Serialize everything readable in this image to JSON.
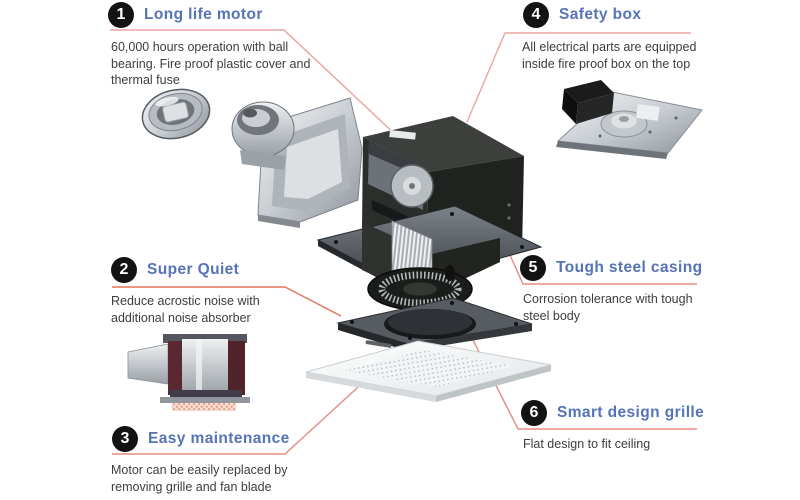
{
  "page": {
    "type": "product-feature-diagram",
    "product": "ceiling ventilation fan exploded view",
    "background_color": "#ffffff"
  },
  "colors": {
    "title_blue": "#5673b6",
    "badge_black": "#131313",
    "body_text": "#3d3d3d",
    "connector_salmon": "#e58c84",
    "connector_pink": "#eca49e",
    "connector_orange": "#e3745a"
  },
  "callouts": [
    {
      "number": "1",
      "title": "Long life motor",
      "description": "60,000 hours operation with ball bearing. Fire proof plastic cover and thermal fuse"
    },
    {
      "number": "2",
      "title": "Super Quiet",
      "description": "Reduce acrostic noise with additional noise absorber"
    },
    {
      "number": "3",
      "title": "Easy maintenance",
      "description": "Motor can be easily replaced by removing grille and fan blade"
    },
    {
      "number": "4",
      "title": "Safety box",
      "description": "All electrical parts are equipped inside fire proof box on the top"
    },
    {
      "number": "5",
      "title": "Tough steel casing",
      "description": "Corrosion tolerance with tough steel body"
    },
    {
      "number": "6",
      "title": "Smart design grille",
      "description": "Flat design to fit ceiling"
    }
  ],
  "illustrations": [
    {
      "name": "ball-bearing-photo",
      "depicts": "metal ball bearing"
    },
    {
      "name": "noise-absorber-photo",
      "depicts": "motor cutaway with noise absorber"
    },
    {
      "name": "safety-box-photo",
      "depicts": "fire proof electrical box on unit top"
    },
    {
      "name": "exploded-fan-illustration",
      "depicts": "duct adapter, steel casing, filter, fan blade, mounting plate, ceiling grille"
    }
  ]
}
